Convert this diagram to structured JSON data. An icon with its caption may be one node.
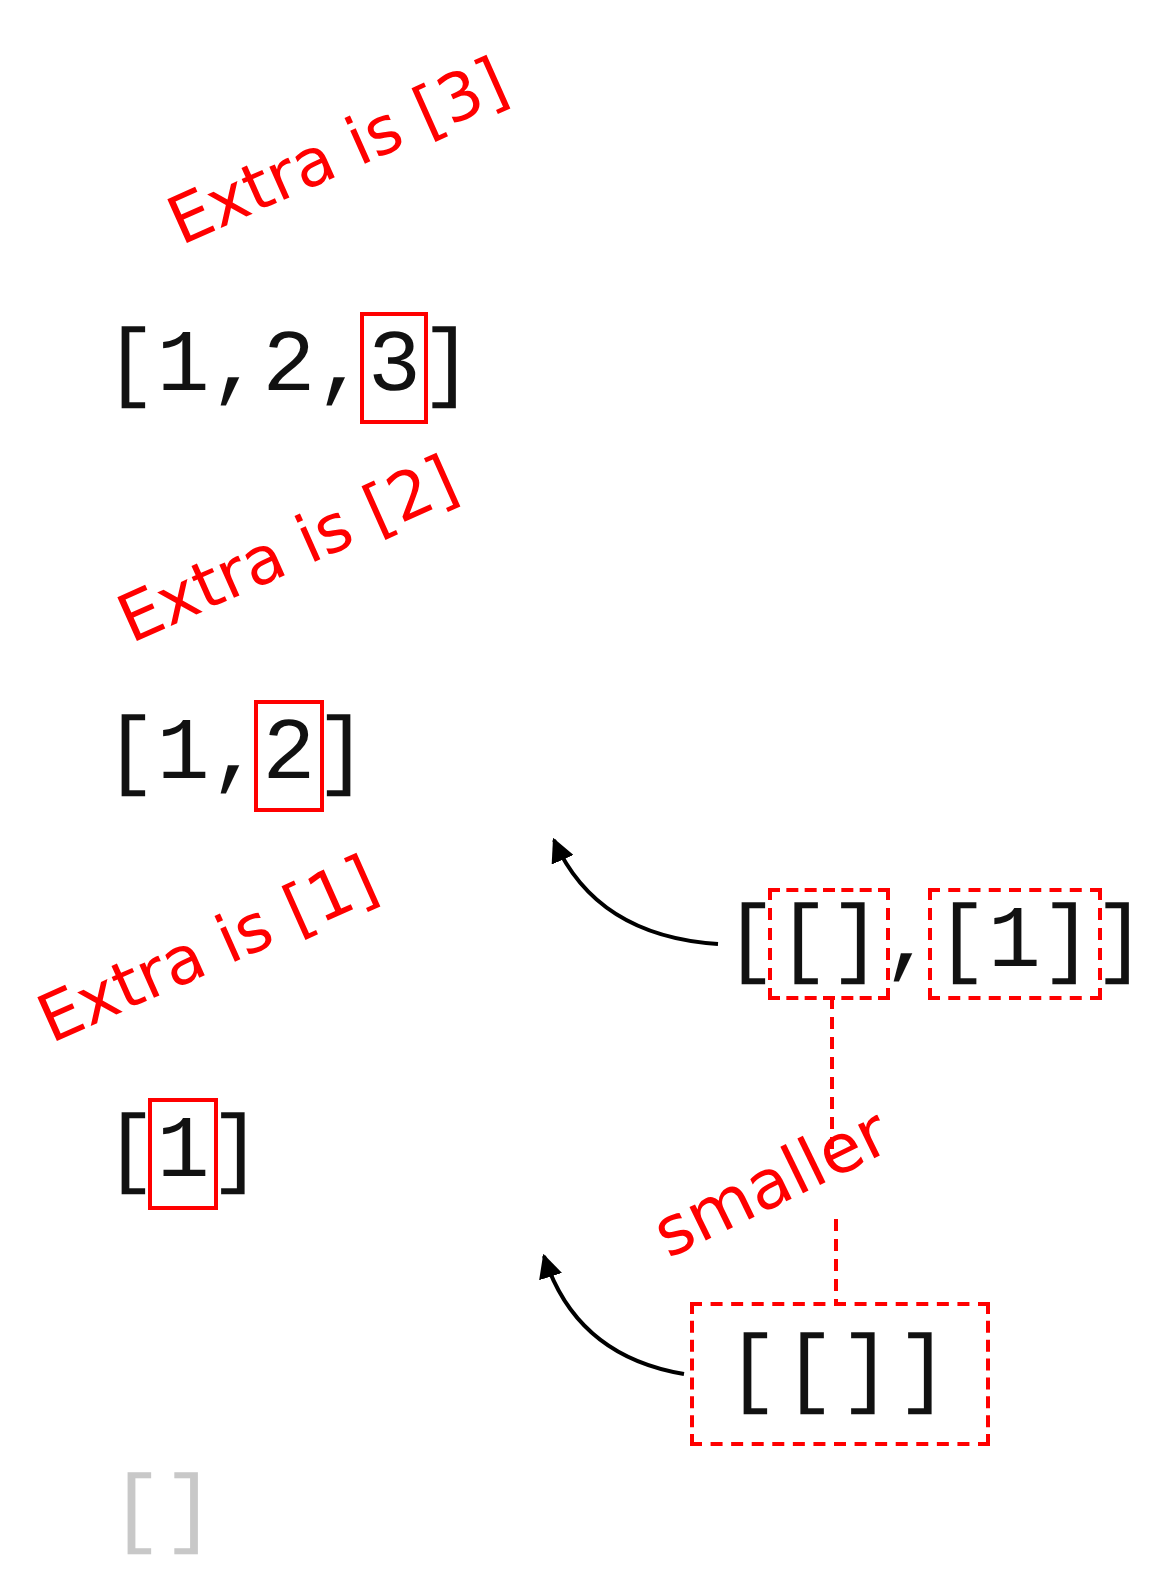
{
  "diagram": {
    "nodes": [
      {
        "text": [
          "[[],[1]]"
        ]
      },
      {
        "text": [
          "smaller"
        ]
      },
      {
        "text": [
          "[[]]"
        ]
      }
    ],
    "edges": [
      {
        "from": 0,
        "to": null,
        "arrow": "to"
      },
      {
        "from": 1,
        "to": 0,
        "arrow": "none",
        "style": "dashed",
        "color": "#ff0000"
      },
      {
        "from": 1,
        "to": 2,
        "arrow": "none",
        "style": "dashed",
        "color": "#ff0000"
      },
      {
        "from": 2,
        "to": null,
        "arrow": "to"
      }
    ],
    "labels": [
      "Extra is [3]",
      "[1,2,3]",
      "Extra is [2]",
      "[1,2]",
      "Extra is [1]",
      "[1]",
      "[]"
    ]
  }
}
